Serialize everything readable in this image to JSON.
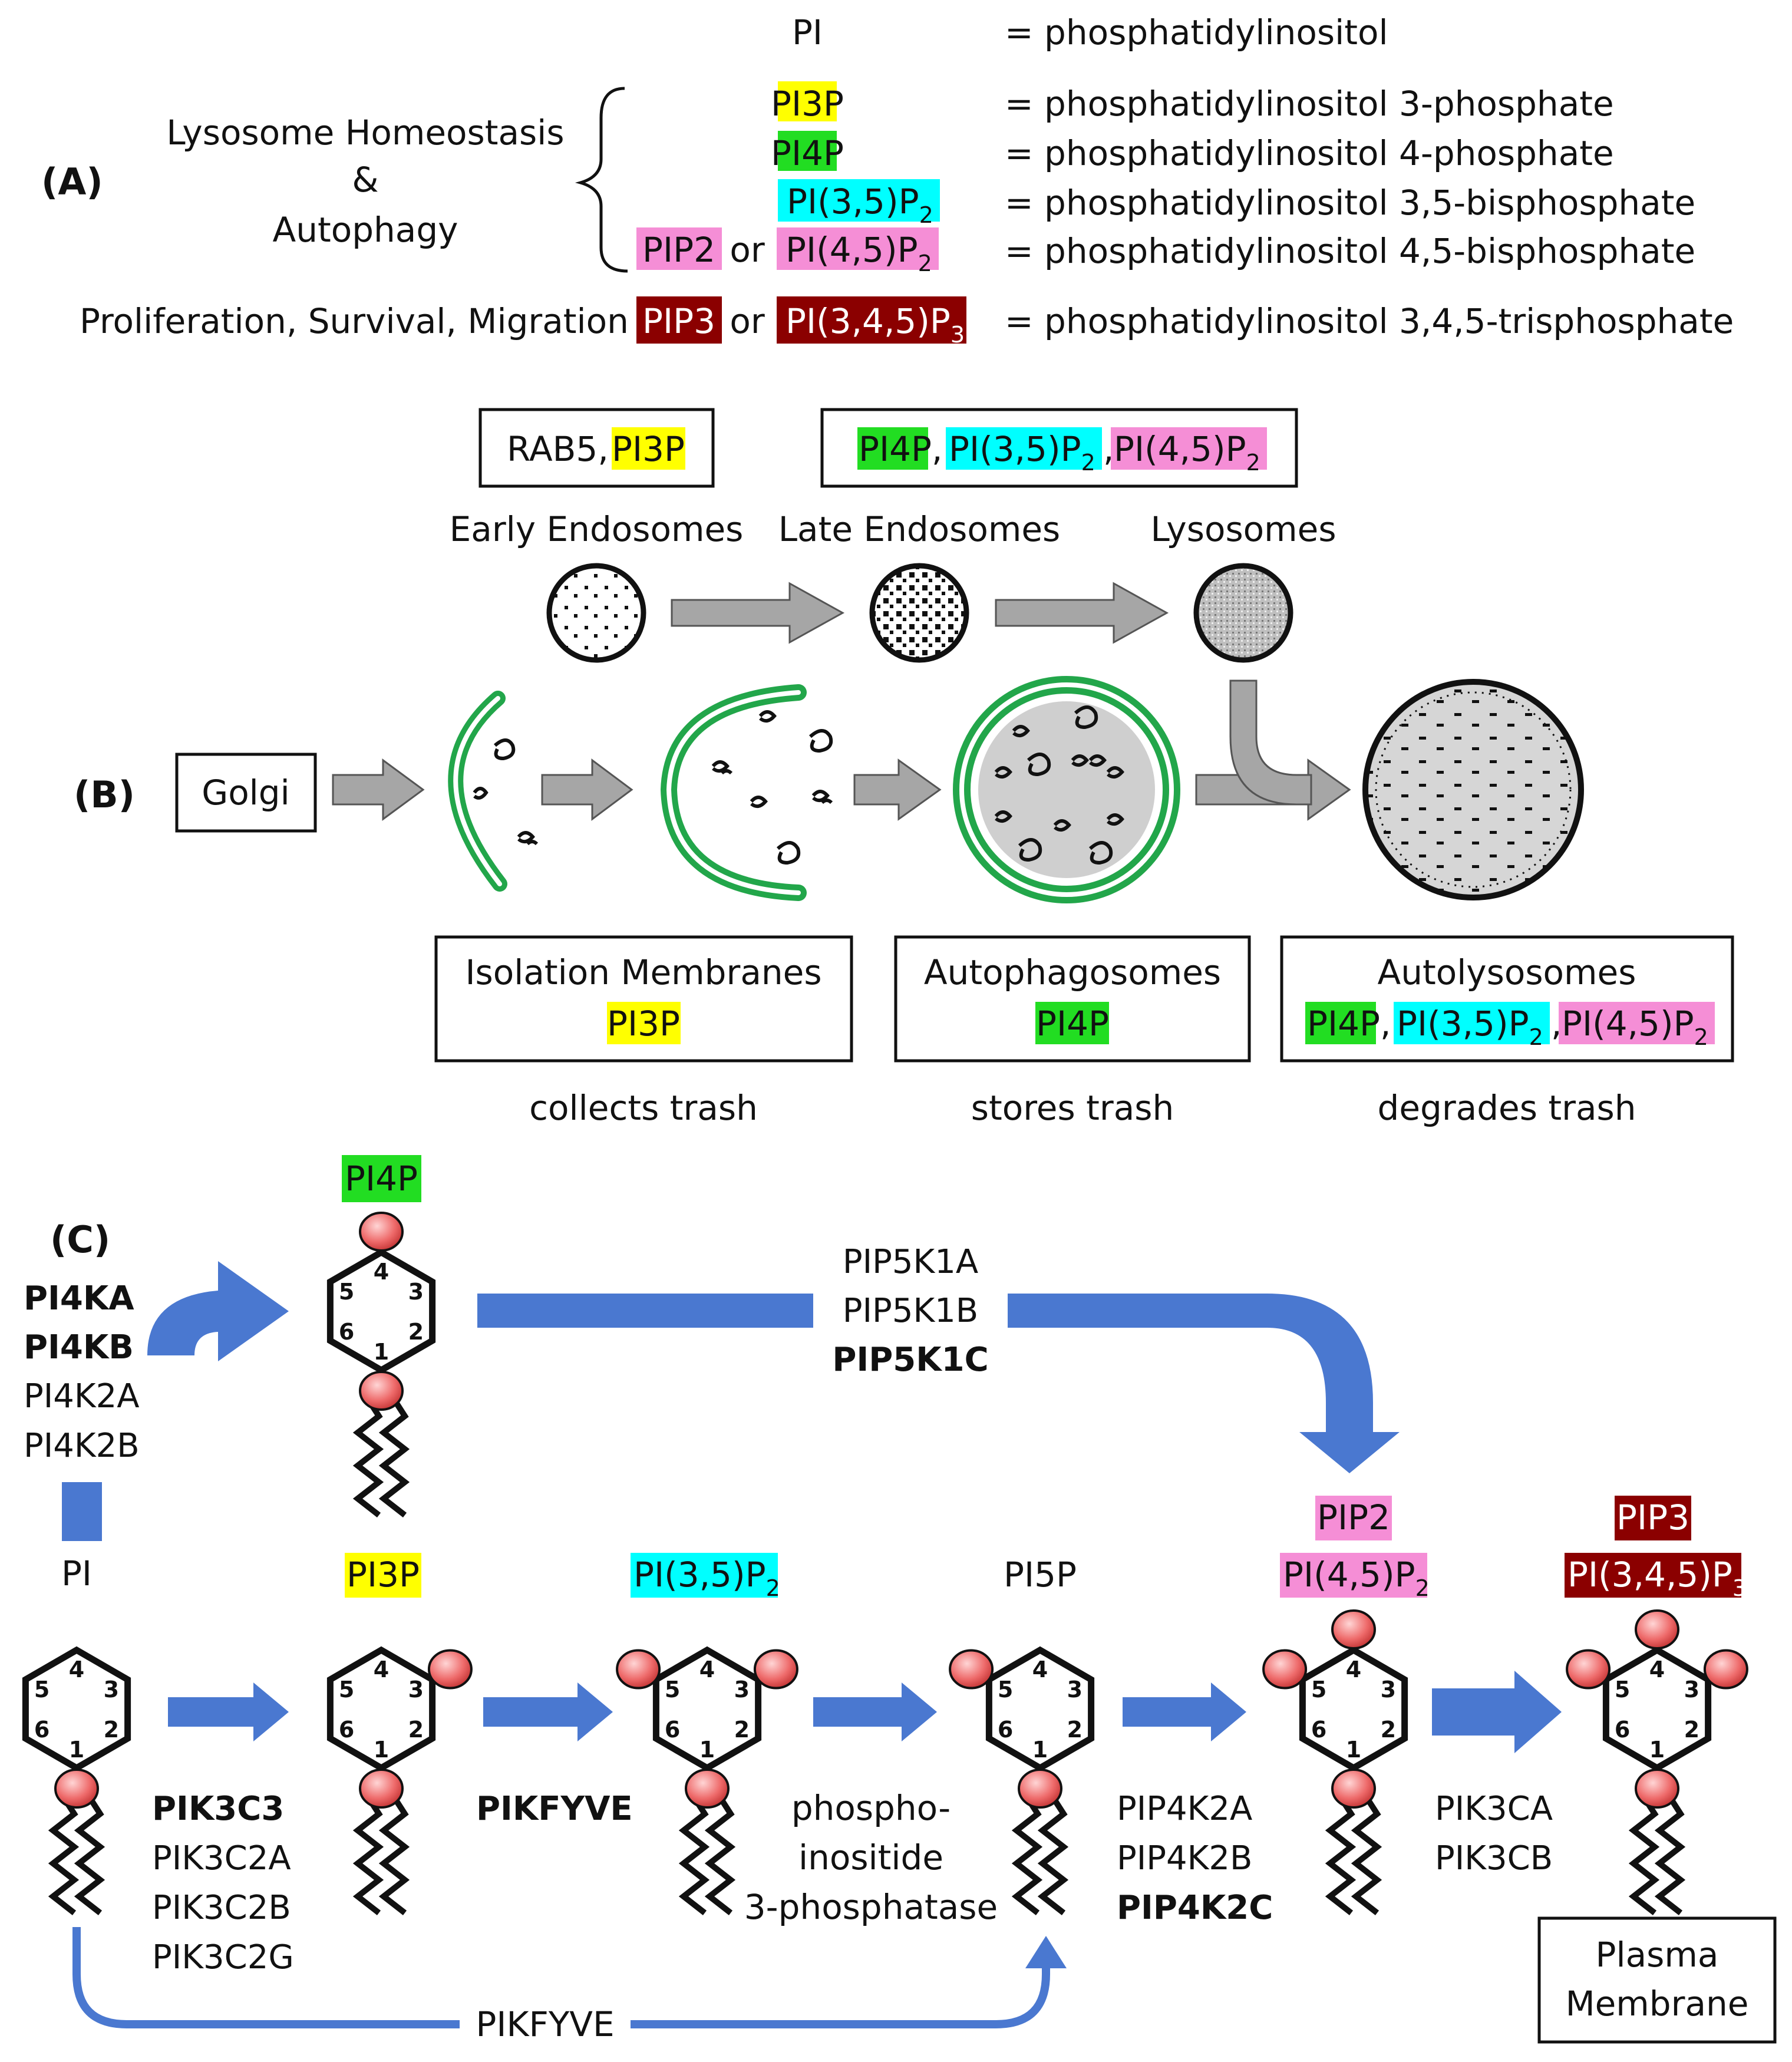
{
  "colors": {
    "pi3p": "#ffff00",
    "pi4p": "#22dd22",
    "pi35p2": "#00ffff",
    "pip2": "#f58ed6",
    "pip3": "#8b0000",
    "arrow_gray": "#a6a6a6",
    "arrow_blue": "#4a78d0",
    "membrane_green": "#22a64a",
    "head_red": "#ee6a6a"
  },
  "panel_a": {
    "label": "(A)",
    "group_label_1": "Lysosome Homeostasis",
    "group_label_2": "&",
    "group_label_3": "Autophagy",
    "row_prolif": "Proliferation, Survival, Migration",
    "or": "or",
    "pi": "PI",
    "pi3p": "PI3P",
    "pi4p": "PI4P",
    "pi35p2": "PI(3,5)P",
    "pip2": "PIP2",
    "pi45p2": "PI(4,5)P",
    "pip3": "PIP3",
    "pi345p3": "PI(3,4,5)P",
    "sub2": "2",
    "sub3": "3",
    "def_pi": "= phosphatidylinositol",
    "def_pi3p": "= phosphatidylinositol 3-phosphate",
    "def_pi4p": "= phosphatidylinositol 4-phosphate",
    "def_pi35p2": "= phosphatidylinositol 3,5-bisphosphate",
    "def_pi45p2": "= phosphatidylinositol 4,5-bisphosphate",
    "def_pi345p3": "= phosphatidylinositol 3,4,5-trisphosphate"
  },
  "panel_b": {
    "label": "(B)",
    "rab5": "RAB5,",
    "early": "Early Endosomes",
    "late": "Late Endosomes",
    "lysosomes": "Lysosomes",
    "golgi": "Golgi",
    "isolation": "Isolation Membranes",
    "autophagosomes": "Autophagosomes",
    "autolysosomes": "Autolysosomes",
    "collects": "collects trash",
    "stores": "stores trash",
    "degrades": "degrades trash"
  },
  "panel_c": {
    "label": "(C)",
    "pi4k_enzymes": [
      "PI4KA",
      "PI4KB",
      "PI4K2A",
      "PI4K2B"
    ],
    "pip5k_enzymes": [
      "PIP5K1A",
      "PIP5K1B",
      "PIP5K1C"
    ],
    "pik3c_enzymes": [
      "PIK3C3",
      "PIK3C2A",
      "PIK3C2B",
      "PIK3C2G"
    ],
    "pikfyve": "PIKFYVE",
    "phosphatase": [
      "phospho-",
      "inositide",
      "3-phosphatase"
    ],
    "pip4k_enzymes": [
      "PIP4K2A",
      "PIP4K2B",
      "PIP4K2C"
    ],
    "pik3c_class1": [
      "PIK3CA",
      "PIK3CB"
    ],
    "pikfyve_bottom": "PIKFYVE",
    "pi": "PI",
    "pi5p": "PI5P",
    "plasma": [
      "Plasma",
      "Membrane"
    ],
    "ring_numbers": [
      "1",
      "2",
      "3",
      "4",
      "5",
      "6"
    ]
  }
}
